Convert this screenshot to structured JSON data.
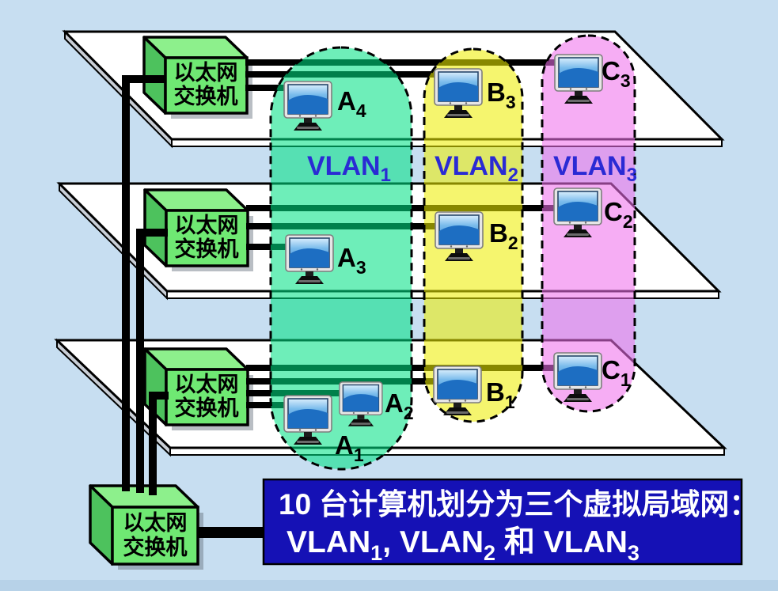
{
  "diagram_type": "VLAN network topology (three floors, four Ethernet switches)",
  "colors": {
    "background": "#c7def1",
    "bottom_strip": "#b7d2e8",
    "floor_fill": "#ffffff",
    "floor_edge": "#000000",
    "slab_side": "#c9ced6",
    "switch_front": "#6fe873",
    "switch_top": "#8df08c",
    "switch_left": "#4dc25d",
    "link": "#000000",
    "vlan_label_color": "#2a2ad4",
    "caption_bg": "#1511b5",
    "caption_text": "#ffffff",
    "computer_label_color": "#000000"
  },
  "switch": {
    "line1": "以太网",
    "line2": "交换机"
  },
  "computers": [
    {
      "label": "A",
      "sub": "4"
    },
    {
      "label": "B",
      "sub": "3"
    },
    {
      "label": "C",
      "sub": "3"
    },
    {
      "label": "A",
      "sub": "3"
    },
    {
      "label": "B",
      "sub": "2"
    },
    {
      "label": "C",
      "sub": "2"
    },
    {
      "label": "A",
      "sub": "1"
    },
    {
      "label": "A",
      "sub": "2"
    },
    {
      "label": "B",
      "sub": "1"
    },
    {
      "label": "C",
      "sub": "1"
    }
  ],
  "vlans": [
    {
      "name": "VLAN",
      "sub": "1",
      "fill": "rgba(0,225,132,0.57)"
    },
    {
      "name": "VLAN",
      "sub": "2",
      "fill": "rgba(237,237,0,0.57)"
    },
    {
      "name": "VLAN",
      "sub": "3",
      "fill": "rgba(240,110,235,0.57)"
    }
  ],
  "caption": {
    "bg": "#1511b5",
    "text_color": "#ffffff",
    "line1": "10 台计算机划分为三个虚拟局域网：",
    "line2": [
      {
        "t": "VLAN"
      },
      {
        "t": "1",
        "sub": true
      },
      {
        "t": ", VLAN"
      },
      {
        "t": "2",
        "sub": true
      },
      {
        "t": " 和 VLAN"
      },
      {
        "t": "3",
        "sub": true
      }
    ]
  }
}
